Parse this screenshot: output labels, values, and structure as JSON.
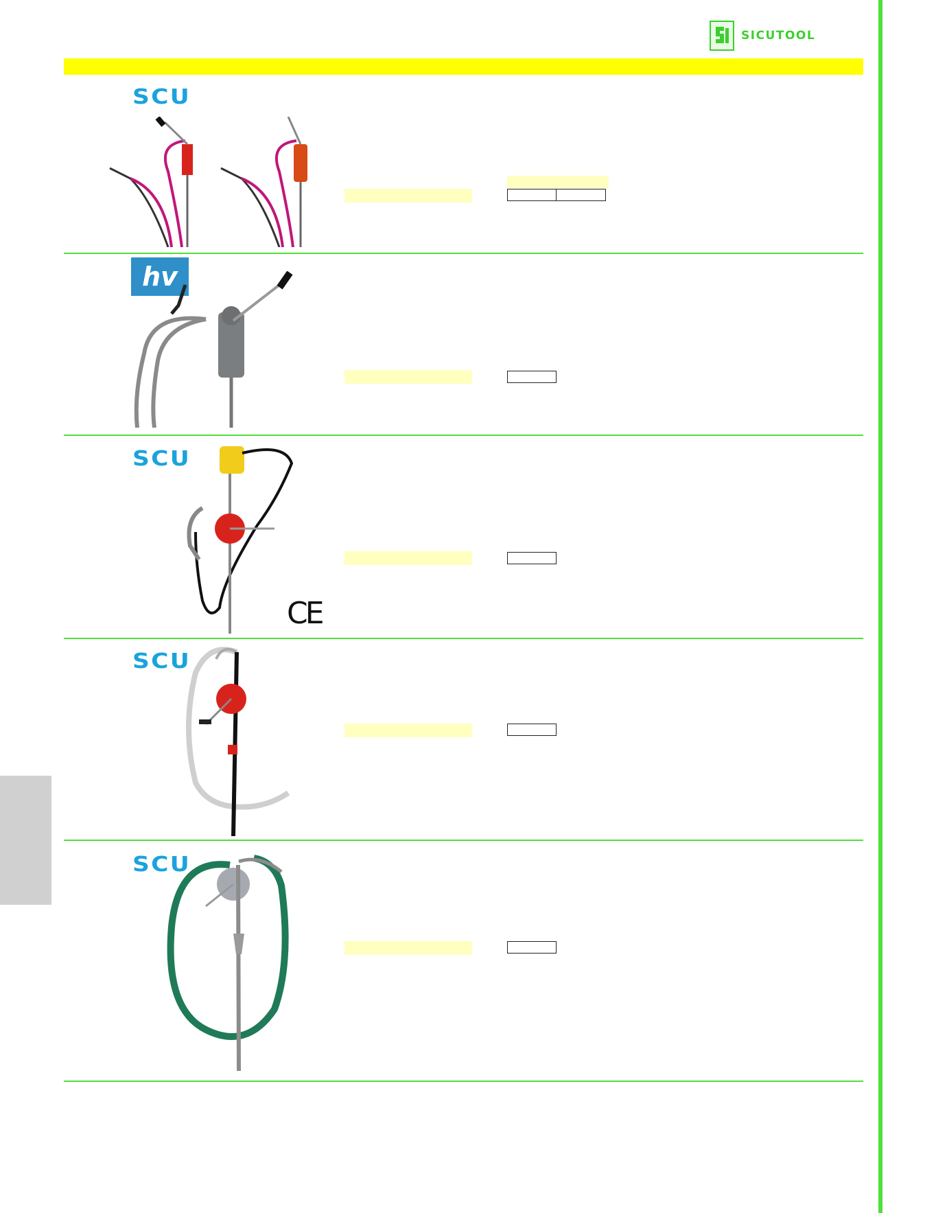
{
  "header": {
    "logo_text": "SICUTOOL",
    "logo_icon": "sicutool-logo-icon"
  },
  "colors": {
    "header_bar": "#ffff00",
    "rule": "#4fe03a",
    "field": "#ffffc0",
    "brand_blue": "#1aa3dd"
  },
  "sections": [
    {
      "brand": "SCU",
      "product_icon": "lever-barrel-pump-icon",
      "code_columns": 2
    },
    {
      "brand": "hv",
      "product_icon": "lever-barrel-pump-icon",
      "code_columns": 1
    },
    {
      "brand": "SCU",
      "product_icon": "rotary-pump-with-meter-icon",
      "code_columns": 1,
      "mark": "CE"
    },
    {
      "brand": "SCU",
      "product_icon": "rotary-drum-pump-icon",
      "code_columns": 1
    },
    {
      "brand": "SCU",
      "product_icon": "rotary-drum-pump-icon",
      "code_columns": 1
    }
  ]
}
